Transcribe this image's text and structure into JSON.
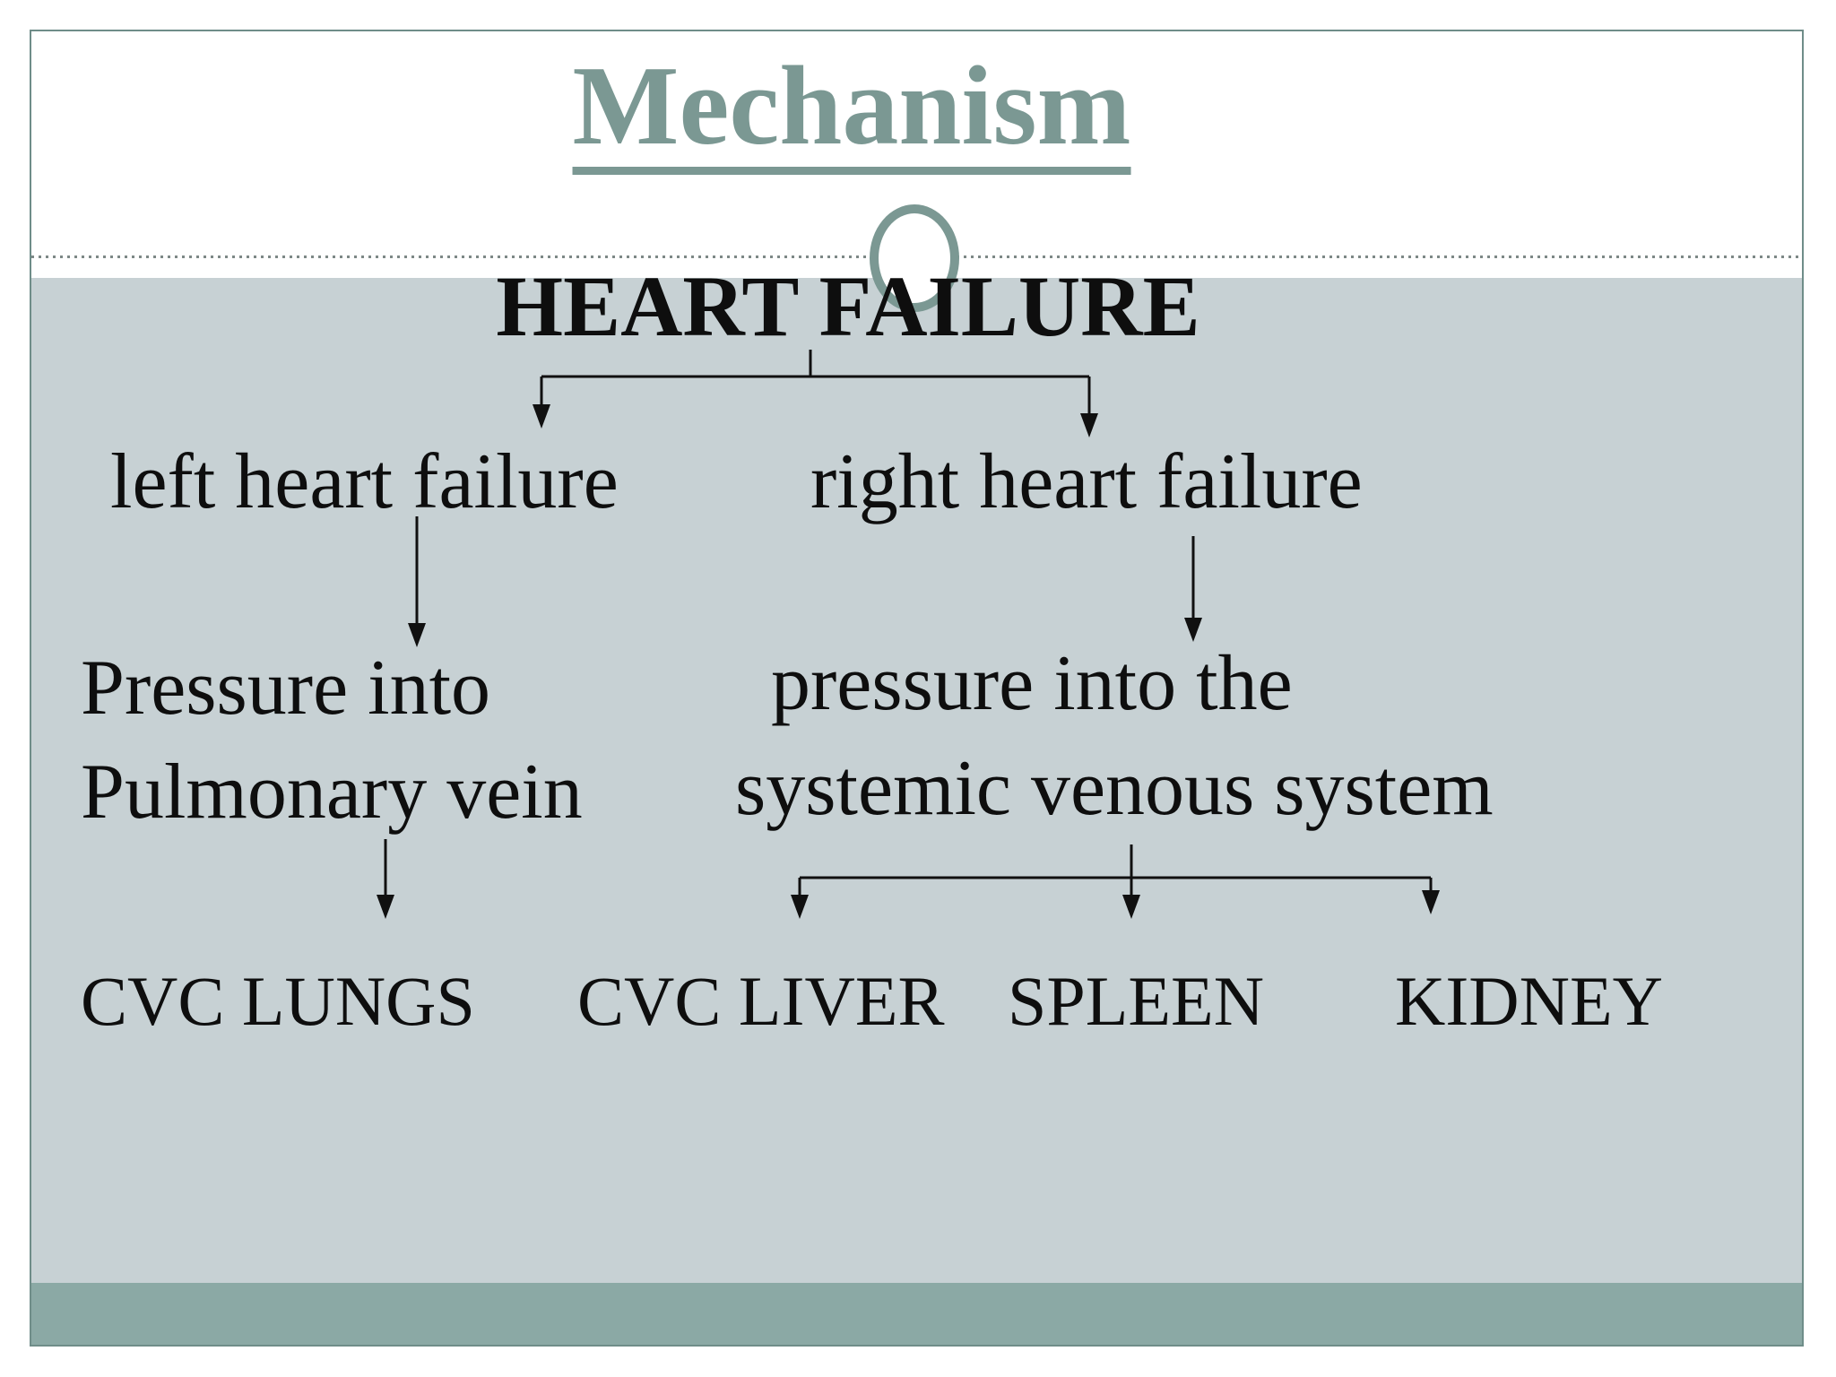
{
  "slide": {
    "title": "Mechanism",
    "root_label": "HEART FAILURE",
    "branches": {
      "left": {
        "level1": "left heart failure",
        "level2_line1": "Pressure into",
        "level2_line2": "Pulmonary vein",
        "outcome": "CVC LUNGS"
      },
      "right": {
        "level1": "right heart failure",
        "level2_line1": "pressure into the",
        "level2_line2": "systemic venous system",
        "outcomes": [
          "CVC LIVER",
          "SPLEEN",
          "KIDNEY"
        ]
      }
    },
    "colors": {
      "accent_teal": "#7b9893",
      "content_bg": "#c7d1d4",
      "footer_bar": "#8ba9a5",
      "border": "#6f8d89",
      "ink": "#0e0e0e",
      "dotted": "#7d8886"
    }
  }
}
